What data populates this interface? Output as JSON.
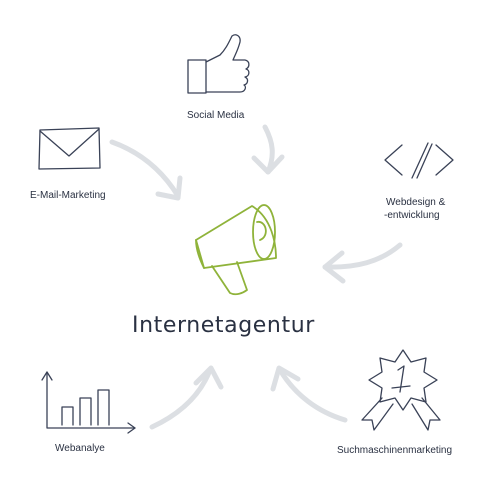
{
  "center": {
    "title": "Internetagentur",
    "icon": "megaphone-icon"
  },
  "nodes": {
    "social_media": {
      "label": "Social Media",
      "icon": "thumbs-up-icon"
    },
    "email_marketing": {
      "label": "E-Mail-Marketing",
      "icon": "envelope-icon"
    },
    "webdesign": {
      "label_line1": "Webdesign &",
      "label_line2": "-entwicklung",
      "icon": "code-brackets-icon"
    },
    "webanalyse": {
      "label": "Webanalye",
      "icon": "bar-chart-icon"
    },
    "seo": {
      "label": "Suchmaschinenmarketing",
      "icon": "award-ribbon-icon"
    }
  },
  "colors": {
    "ink": "#3a4257",
    "accent": "#8fb33a",
    "arrow": "#dcdfe3",
    "text": "#2a3142"
  }
}
